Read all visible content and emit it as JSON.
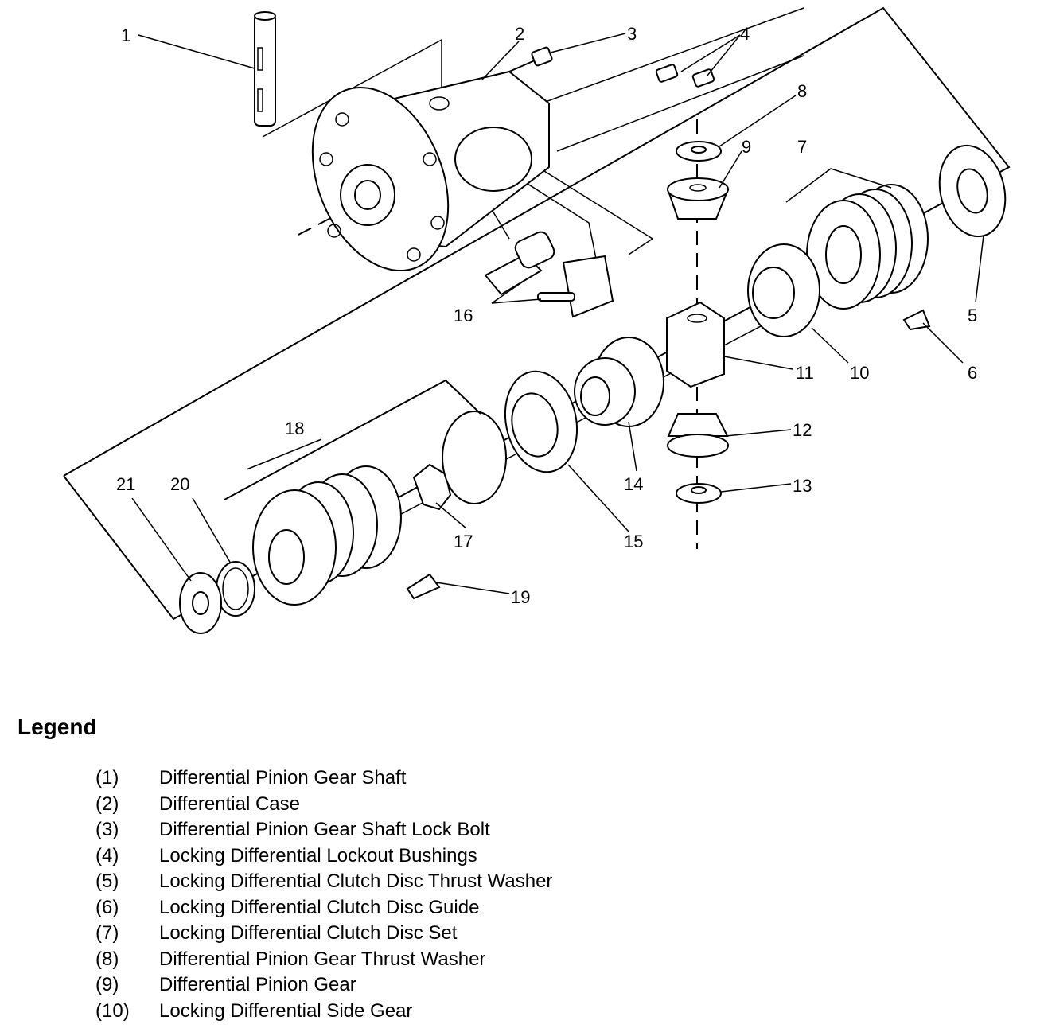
{
  "diagram": {
    "callouts": [
      "1",
      "2",
      "3",
      "4",
      "5",
      "6",
      "7",
      "8",
      "9",
      "10",
      "11",
      "12",
      "13",
      "14",
      "15",
      "16",
      "17",
      "18",
      "19",
      "20",
      "21"
    ]
  },
  "legend": {
    "title": "Legend",
    "items": [
      {
        "num": "(1)",
        "label": "Differential Pinion Gear Shaft"
      },
      {
        "num": "(2)",
        "label": "Differential Case"
      },
      {
        "num": "(3)",
        "label": "Differential Pinion Gear Shaft Lock Bolt"
      },
      {
        "num": "(4)",
        "label": "Locking Differential Lockout Bushings"
      },
      {
        "num": "(5)",
        "label": "Locking Differential Clutch Disc Thrust Washer"
      },
      {
        "num": "(6)",
        "label": "Locking Differential Clutch Disc Guide"
      },
      {
        "num": "(7)",
        "label": "Locking Differential Clutch Disc Set"
      },
      {
        "num": "(8)",
        "label": "Differential Pinion Gear Thrust Washer"
      },
      {
        "num": "(9)",
        "label": "Differential Pinion Gear"
      },
      {
        "num": "(10)",
        "label": "Locking Differential Side Gear"
      }
    ]
  }
}
